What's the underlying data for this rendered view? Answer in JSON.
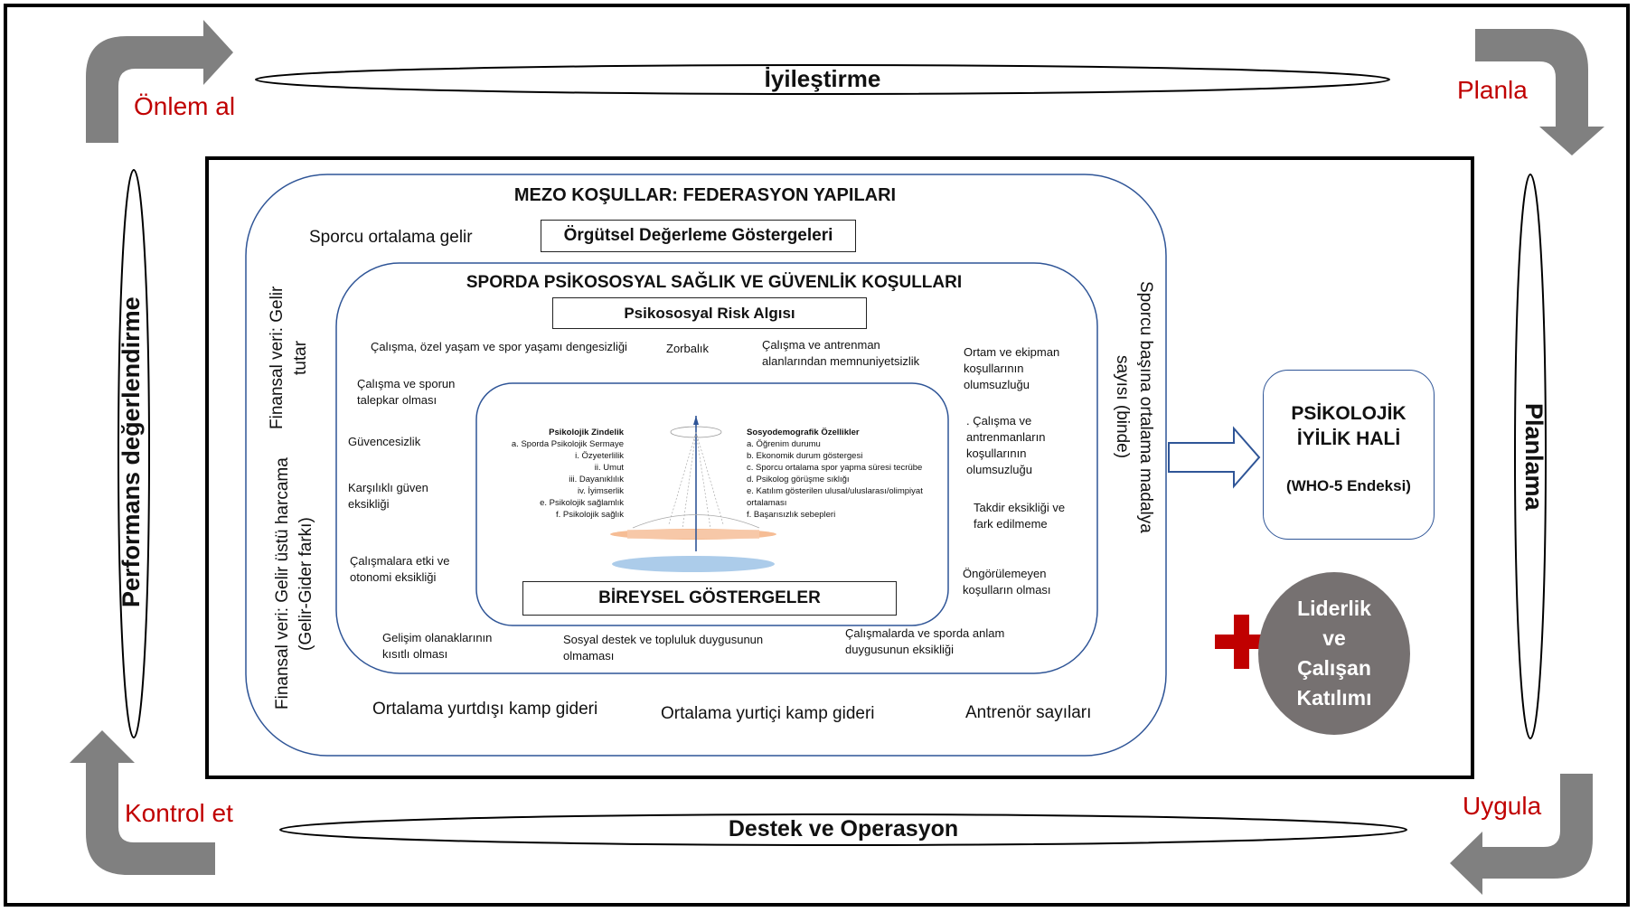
{
  "cycle": {
    "top": "İyileştirme",
    "bottom": "Destek ve Operasyon",
    "left": "Performans değerlendirme",
    "right": "Planlama",
    "corner_top_left": "Önlem al",
    "corner_top_right": "Planla",
    "corner_bottom_left": "Kontrol et",
    "corner_bottom_right": "Uygula"
  },
  "mezo": {
    "title": "MEZO KOŞULLAR: FEDERASYON YAPILARI",
    "box_label": "Örgütsel Değerleme Göstergeleri",
    "income": "Sporcu ortalama gelir",
    "fin1": "Finansal veri: Gelir tutar",
    "fin2": "Finansal veri: Gelir üstü harcama (Gelir-Gider farkı)",
    "medal": "Sporcu başına ortalama madalya sayısı (binde)",
    "camp_abroad": "Ortalama yurtdışı kamp gideri",
    "camp_domestic": "Ortalama yurtiçi kamp gideri",
    "coaches": "Antrenör sayıları"
  },
  "psychosocial": {
    "title": "SPORDA PSİKOSOSYAL SAĞLIK VE GÜVENLİK KOŞULLARI",
    "box_label": "Psikososyal Risk Algısı",
    "items": {
      "balance": "Çalışma, özel yaşam ve spor yaşamı dengesizliği",
      "bullying": "Zorbalık",
      "dissatisfaction": "Çalışma ve antrenman alanlarından memnuniyetsizlik",
      "equipment": "Ortam ve ekipman koşullarının olumsuzluğu",
      "demanding": "Çalışma ve sporun talepkar olması",
      "insecurity": "Güvencesizlik",
      "trust": "Karşılıklı güven eksikliği",
      "autonomy": "Çalışmalara etki ve otonomi eksikliği",
      "conditions": ". Çalışma ve antrenmanların koşullarının olumsuzluğu",
      "appreciation": "Takdir eksikliği ve fark edilmeme",
      "unpredictable": "Öngörülemeyen koşulların olması",
      "development": "Gelişim olanaklarının kısıtlı olması",
      "social": "Sosyal destek ve topluluk duygusunun olmaması",
      "meaning": "Çalışmalarda ve sporda anlam duygusunun eksikliği"
    }
  },
  "individual": {
    "box_label": "BİREYSEL GÖSTERGELER",
    "left_title": "Psikolojik Zindelik",
    "left_items": [
      "a. Sporda Psikolojik Sermaye",
      "i. Özyeterlilik",
      "ii. Umut",
      "iii. Dayanıklılık",
      "iv. İyimserlik",
      "e. Psikolojik sağlamlık",
      "f. Psikolojik sağlık"
    ],
    "right_title": "Sosyodemografik Özellikler",
    "right_items": [
      "a. Öğrenim durumu",
      "b. Ekonomik durum göstergesi",
      "c. Sporcu ortalama spor yapma süresi tecrübe",
      "d. Psikolog görüşme sıklığı",
      "e. Katılım gösterilen ulusal/uluslarası/olimpiyat ortalaması",
      "f. Başarısızlık sebepleri"
    ]
  },
  "outcome": {
    "title_line1": "PSİKOLOJİK",
    "title_line2": "İYİLİK HALİ",
    "subtitle": "(WHO-5 Endeksi)"
  },
  "leadership": {
    "line1": "Liderlik",
    "line2": "ve",
    "line3": "Çalışan",
    "line4": "Katılımı"
  },
  "colors": {
    "accent_red": "#c00000",
    "frame_blue": "#2f5597",
    "arrow_gray": "#808080",
    "circle_gray": "#767171"
  }
}
